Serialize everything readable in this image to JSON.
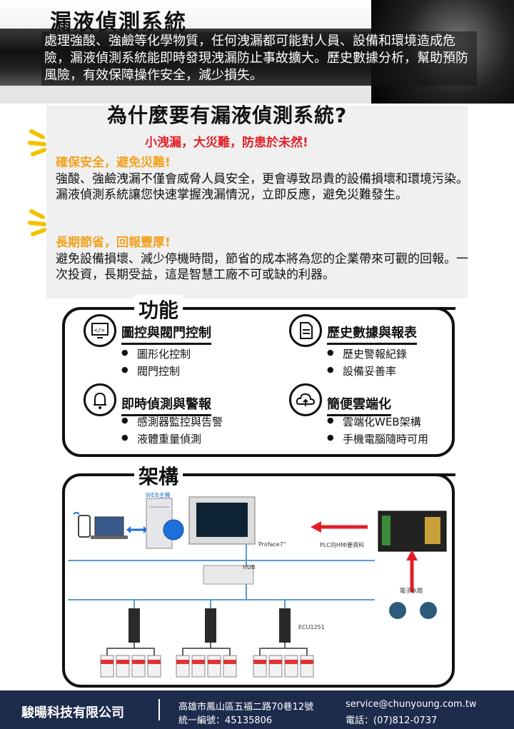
{
  "hero": {
    "title": "漏液偵測系統",
    "description": "處理強酸、強鹼等化學物質，任何洩漏都可能對人員、設備和環境造成危險，漏液偵測系統能即時發現洩漏防止事故擴大。歷史數據分析，幫助預防風險，有效保障操作安全，減少損失。"
  },
  "why": {
    "title": "為什麼要有漏液偵測系統?",
    "slogan": "小洩漏，大災難，防患於未然!",
    "point1_head": "確保安全，避免災難!",
    "point1_body": "強酸、強鹼洩漏不僅會威脅人員安全，更會導致昂貴的設備損壞和環境污染。漏液偵測系統讓您快速掌握洩漏情況，立即反應，避免災難發生。",
    "point2_head": "長期節省，回報豐厚!",
    "point2_body": "避免設備損壞、減少停機時間，節省的成本將為您的企業帶來可觀的回報。一次投資，長期受益，這是智慧工廠不可或缺的利器。"
  },
  "features": {
    "label": "功能",
    "items": [
      {
        "icon": "monitor-code-icon",
        "title": "圖控與閥門控制",
        "bullets": [
          "圖形化控制",
          "閥門控制"
        ]
      },
      {
        "icon": "document-icon",
        "title": "歷史數據與報表",
        "bullets": [
          "歷史警報紀錄",
          "設備妥善率"
        ]
      },
      {
        "icon": "alarm-bell-icon",
        "title": "即時偵測與警報",
        "bullets": [
          "感測器監控與告警",
          "液體重量偵測"
        ]
      },
      {
        "icon": "cloud-upload-icon",
        "title": "簡便雲端化",
        "bullets": [
          "雲端化WEB架構",
          "手機電腦隨時可用"
        ]
      }
    ]
  },
  "architecture": {
    "label": "架構",
    "web_host": "WEB主機",
    "proface": "Proface7\"",
    "plc_to_hmi": "PLC向HMI要資料",
    "hub": "HUB",
    "scale": "電子水閥",
    "ecu": "ECU1251"
  },
  "footer": {
    "company": "駿暘科技有限公司",
    "address": "高雄市鳳山區五福二路70巷12號",
    "tax_id": "統一編號：45135806",
    "email": "service@chunyoung.com.tw",
    "phone": "電話：(07)812-0737"
  },
  "colors": {
    "slogan_red": "#e21f26",
    "accent_orange": "#f2a21f",
    "footer_navy": "#1d2c4c"
  }
}
